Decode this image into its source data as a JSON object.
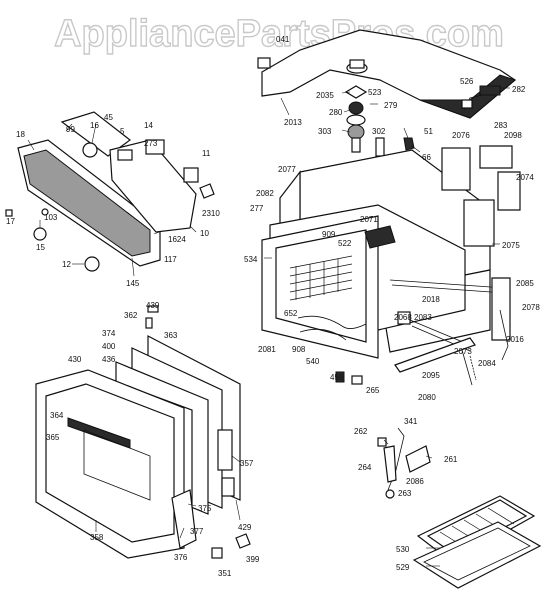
{
  "watermark": "AppliancePartsPros.com",
  "labels": {
    "l041": "041",
    "l523": "523",
    "l2035": "2035",
    "l279": "279",
    "l280": "280",
    "l526": "526",
    "l282": "282",
    "l283": "283",
    "l2013": "2013",
    "l303": "303",
    "l302": "302",
    "l51": "51",
    "l66": "66",
    "l2076": "2076",
    "l2098": "2098",
    "l2074": "2074",
    "l2077": "2077",
    "l2082": "2082",
    "l277": "277",
    "l2071": "2071",
    "l909": "909",
    "l522": "522",
    "l2075": "2075",
    "l534": "534",
    "l2085": "2085",
    "l2018": "2018",
    "l2078": "2078",
    "l652": "652",
    "l2068": "2068",
    "l2083": "2083",
    "l2016": "2016",
    "l2081": "2081",
    "l908": "908",
    "l540": "540",
    "l2073": "2073",
    "l2095": "2095",
    "l2084": "2084",
    "l459": "459",
    "l265": "265",
    "l2080": "2080",
    "l99": "99",
    "l16": "16",
    "l45": "45",
    "l5": "5",
    "l14": "14",
    "l273": "273",
    "l18": "18",
    "l11": "11",
    "l2310": "2310",
    "l17": "17",
    "l103": "103",
    "l1624": "1624",
    "l10": "10",
    "l15": "15",
    "l12": "12",
    "l117": "117",
    "l145": "145",
    "l439": "439",
    "l362": "362",
    "l374": "374",
    "l363": "363",
    "l400": "400",
    "l436": "436",
    "l430": "430",
    "l364": "364",
    "l365": "365",
    "l357": "357",
    "l375": "375",
    "l358": "358",
    "l377": "377",
    "l376": "376",
    "l429": "429",
    "l351": "351",
    "l399": "399",
    "l341": "341",
    "l262": "262",
    "l261": "261",
    "l264": "264",
    "l2086": "2086",
    "l263": "263",
    "l530": "530",
    "l529": "529"
  }
}
